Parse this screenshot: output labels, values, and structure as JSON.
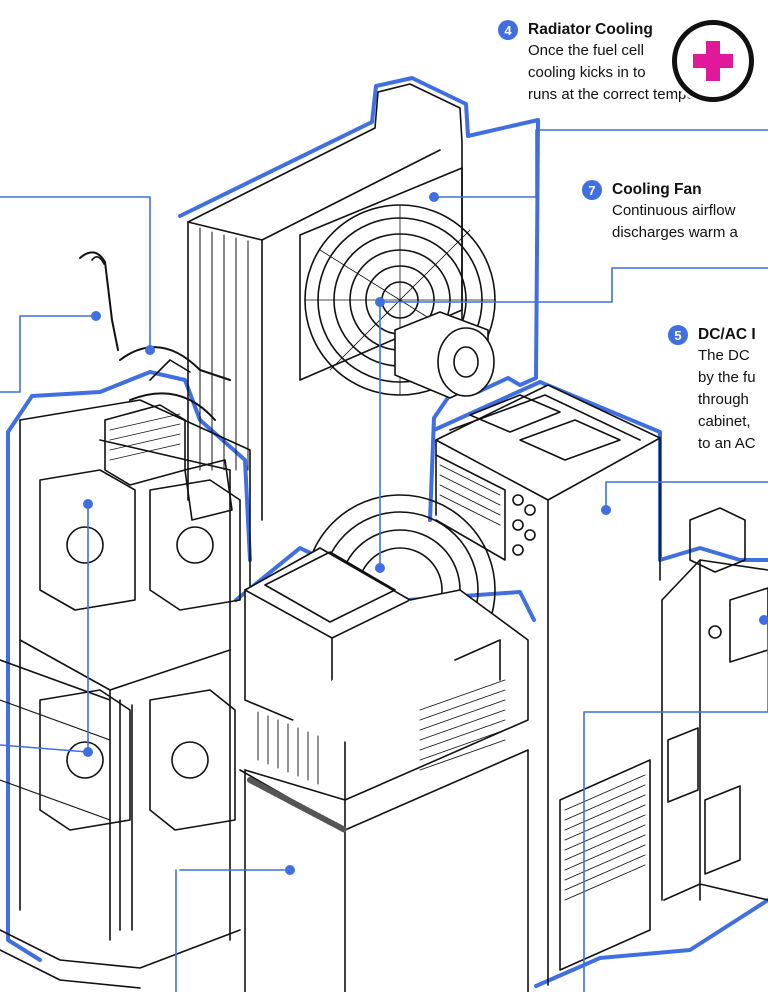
{
  "colors": {
    "accent": "#3f6fe0",
    "line": "#111111",
    "plus": "#e0199a"
  },
  "callouts": {
    "c4": {
      "number": "4",
      "title": "Radiator Cooling",
      "lines": [
        "Once the fuel cell",
        "cooling kicks in to",
        "runs at the correct temperatu"
      ]
    },
    "c7": {
      "number": "7",
      "title": "Cooling Fan",
      "lines": [
        "Continuous airflow",
        "discharges warm a"
      ]
    },
    "c5": {
      "number": "5",
      "title": "DC/AC I",
      "lines": [
        "The DC",
        "by the fu",
        "through",
        "cabinet,",
        "to an AC"
      ]
    }
  },
  "zoom_button": {
    "icon": "plus-icon"
  }
}
